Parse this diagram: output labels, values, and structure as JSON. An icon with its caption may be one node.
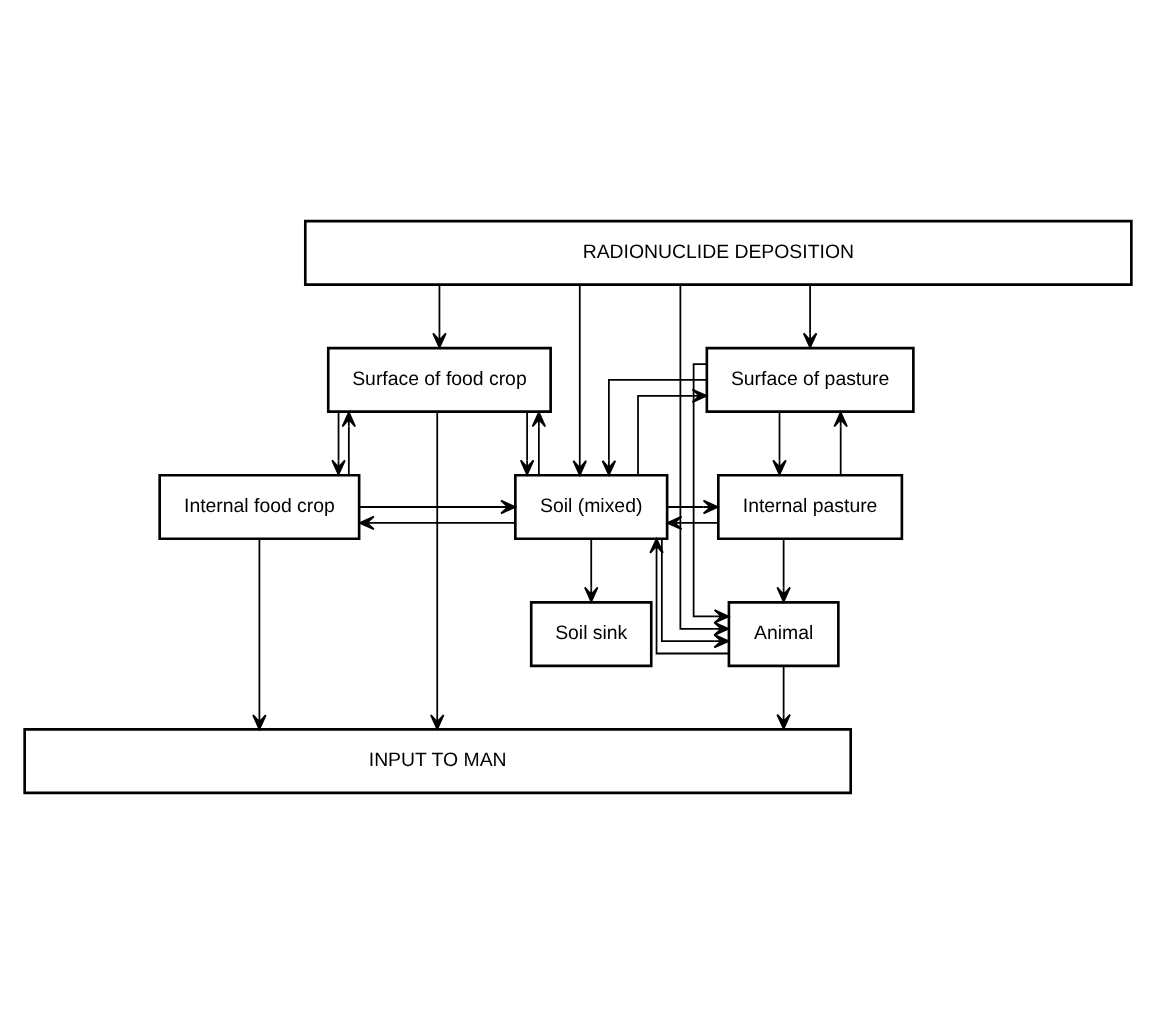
{
  "diagram": {
    "nodes": [
      {
        "text": [
          "RADIONUCLIDE DEPOSITION"
        ]
      },
      {
        "text": [
          "Surface of food crop"
        ]
      },
      {
        "text": [
          "Surface of pasture"
        ]
      },
      {
        "text": [
          "Internal food crop"
        ]
      },
      {
        "text": [
          "Soil (mixed)"
        ]
      },
      {
        "text": [
          "Internal pasture"
        ]
      },
      {
        "text": [
          "Soil sink"
        ]
      },
      {
        "text": [
          "Animal"
        ]
      },
      {
        "text": [
          "INPUT TO MAN"
        ]
      }
    ],
    "edges": [
      {
        "from": 0,
        "to": 1,
        "arrow": "to"
      },
      {
        "from": 0,
        "to": 4,
        "arrow": "to"
      },
      {
        "from": 0,
        "to": 2,
        "arrow": "to"
      },
      {
        "from": 0,
        "to": 7,
        "arrow": "to"
      },
      {
        "from": 1,
        "to": 4,
        "arrow": "to"
      },
      {
        "from": 4,
        "to": 1,
        "arrow": "to"
      },
      {
        "from": 2,
        "to": 4,
        "arrow": "to"
      },
      {
        "from": 4,
        "to": 2,
        "arrow": "to"
      },
      {
        "from": 1,
        "to": 3,
        "arrow": "to"
      },
      {
        "from": 3,
        "to": 1,
        "arrow": "to"
      },
      {
        "from": 2,
        "to": 5,
        "arrow": "to"
      },
      {
        "from": 5,
        "to": 2,
        "arrow": "to"
      },
      {
        "from": 3,
        "to": 4,
        "arrow": "to"
      },
      {
        "from": 4,
        "to": 3,
        "arrow": "to"
      },
      {
        "from": 5,
        "to": 4,
        "arrow": "to"
      },
      {
        "from": 4,
        "to": 5,
        "arrow": "to"
      },
      {
        "from": 4,
        "to": 6,
        "arrow": "to"
      },
      {
        "from": 4,
        "to": 7,
        "arrow": "to"
      },
      {
        "from": 7,
        "to": 4,
        "arrow": "to"
      },
      {
        "from": 5,
        "to": 7,
        "arrow": "to"
      },
      {
        "from": 2,
        "to": 7,
        "arrow": "to"
      },
      {
        "from": 1,
        "to": 8,
        "arrow": "to"
      },
      {
        "from": 3,
        "to": 8,
        "arrow": "to"
      },
      {
        "from": 7,
        "to": 8,
        "arrow": "to"
      }
    ]
  }
}
